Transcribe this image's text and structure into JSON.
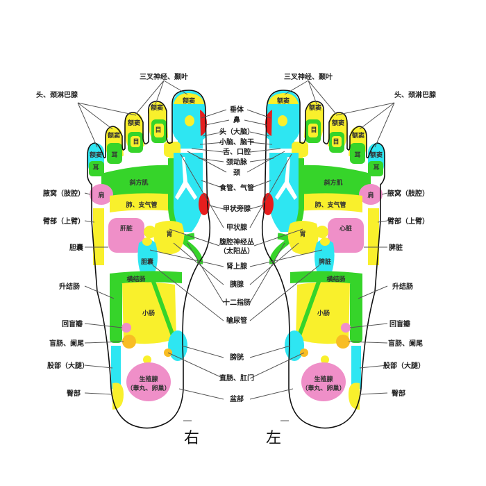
{
  "colors": {
    "pink": "#ef8fc8",
    "cyan": "#2ee6f2",
    "yellow": "#f9f02c",
    "green": "#36d42a",
    "red": "#e61e1e",
    "orange": "#f8bd24",
    "outline": "#111111",
    "background": "#ffffff"
  },
  "center_labels": [
    "垂体",
    "鼻",
    "头（大脑）",
    "小脑、脑干",
    "舌、口腔",
    "颈动脉",
    "颈",
    "食管、气管",
    "甲状旁腺",
    "甲状腺",
    "腹腔神经丛",
    "（太阳丛）",
    "肾上腺",
    "胰腺",
    "十二指肠",
    "输尿管",
    "膀胱",
    "直肠、肛门",
    "盆部"
  ],
  "right_foot": {
    "side_label": "右",
    "outer_labels": [
      "三叉神经、颞叶",
      "头、颈淋巴腺",
      "腋窝（肢腔）",
      "臂部（上臂）",
      "胆囊",
      "升结肠",
      "回盲瓣",
      "盲肠、阑尾",
      "股部（大腿）",
      "臀部"
    ],
    "zone_labels": [
      "额窦",
      "额窦",
      "额窦",
      "额窦",
      "额窦",
      "目",
      "目",
      "耳",
      "耳",
      "斜方肌",
      "肩",
      "肺、支气管",
      "肝脏",
      "胃",
      "胆囊",
      "横结肠",
      "小肠",
      "生殖腺",
      "（睾丸、卵巢）"
    ]
  },
  "left_foot": {
    "side_label": "左",
    "outer_labels": [
      "三叉神经、颞叶",
      "头、颈淋巴腺",
      "腋窝（肢腔）",
      "臂部（上臂）",
      "脾脏",
      "升结肠",
      "回盲瓣",
      "盲肠、阑尾",
      "股部（大腿）",
      "臀部"
    ],
    "zone_labels": [
      "额窦",
      "额窦",
      "额窦",
      "额窦",
      "额窦",
      "目",
      "目",
      "耳",
      "耳",
      "斜方肌",
      "肩",
      "肺、支气管",
      "心脏",
      "胃",
      "脾脏",
      "横结肠",
      "小肠",
      "生殖腺",
      "（睾丸、卵巢）"
    ]
  }
}
